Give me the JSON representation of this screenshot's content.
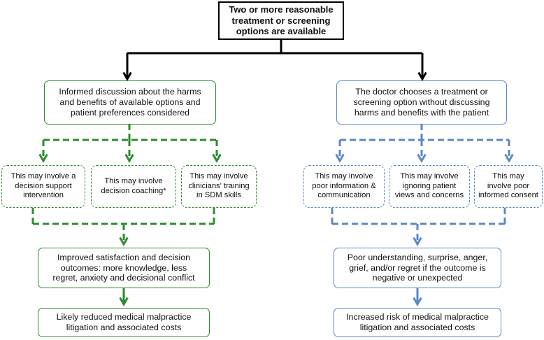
{
  "colors": {
    "green": "#2e8b2e",
    "blue": "#5b89c4",
    "black": "#000000"
  },
  "top": {
    "text": "Two or more reasonable\ntreatment or screening\noptions are available"
  },
  "left": {
    "main": "Informed discussion about the harms\nand benefits of available options and\npatient preferences considered",
    "sub1": "This may involve a\ndecision support\nintervention",
    "sub2": "This may involve\ndecision coaching*",
    "sub3": "This may involve\nclinicians' training\nin SDM skills",
    "outcome": "Improved satisfaction and decision\noutcomes: more knowledge, less\nregret, anxiety and decisional conflict",
    "final": "Likely reduced medical malpractice\nlitigation and associated costs"
  },
  "right": {
    "main": "The doctor chooses a treatment or\nscreening option without discussing\nharms and benefits with the patient",
    "sub1": "This may involve\npoor information &\ncommunication",
    "sub2": "This may involve\nignoring patient\nviews and concerns",
    "sub3": "This may\ninvolve poor\ninformed consent",
    "outcome": "Poor understanding, surprise, anger,\ngrief, and/or regret if the outcome is\nnegative or unexpected",
    "final": "Increased risk of medical malpractice\nlitigation and associated costs"
  }
}
